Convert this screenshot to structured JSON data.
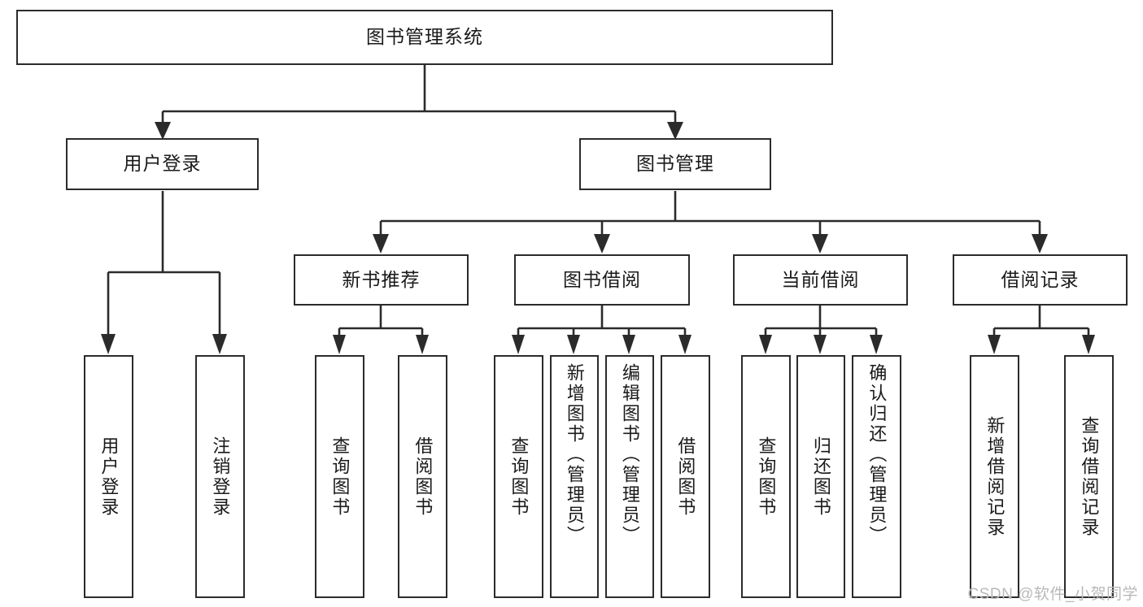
{
  "diagram": {
    "type": "tree",
    "title": "图书管理系统",
    "orientation": "top-down",
    "colors": {
      "stroke": "#2b2b2b",
      "fill": "#ffffff",
      "text": "#1a1a1a",
      "watermark": "#b9b9b9"
    },
    "nodes": {
      "root": {
        "label": "图书管理系统"
      },
      "level1": [
        {
          "id": "user-login",
          "label": "用户登录"
        },
        {
          "id": "book-manage",
          "label": "图书管理"
        }
      ],
      "level2": [
        {
          "id": "new-book-rec",
          "label": "新书推荐",
          "parent": "book-manage"
        },
        {
          "id": "book-borrow",
          "label": "图书借阅",
          "parent": "book-manage"
        },
        {
          "id": "current-borrow",
          "label": "当前借阅",
          "parent": "book-manage"
        },
        {
          "id": "borrow-record",
          "label": "借阅记录",
          "parent": "book-manage"
        }
      ],
      "leaves": [
        {
          "id": "leaf-user-login",
          "label": "用户登录",
          "parent": "user-login"
        },
        {
          "id": "leaf-logout",
          "label": "注销登录",
          "parent": "user-login"
        },
        {
          "id": "leaf-query-book-rec",
          "label": "查询图书",
          "parent": "new-book-rec"
        },
        {
          "id": "leaf-borrow-book-rec",
          "label": "借阅图书",
          "parent": "new-book-rec"
        },
        {
          "id": "leaf-query-book-borrow",
          "label": "查询图书",
          "parent": "book-borrow"
        },
        {
          "id": "leaf-add-book",
          "label": "新增图书（管理员）",
          "parent": "book-borrow"
        },
        {
          "id": "leaf-edit-book",
          "label": "编辑图书（管理员）",
          "parent": "book-borrow"
        },
        {
          "id": "leaf-borrow-book",
          "label": "借阅图书",
          "parent": "book-borrow"
        },
        {
          "id": "leaf-query-book-current",
          "label": "查询图书",
          "parent": "current-borrow"
        },
        {
          "id": "leaf-return-book",
          "label": "归还图书",
          "parent": "current-borrow"
        },
        {
          "id": "leaf-confirm-return",
          "label": "确认归还（管理员）",
          "parent": "current-borrow"
        },
        {
          "id": "leaf-add-record",
          "label": "新增借阅记录",
          "parent": "borrow-record"
        },
        {
          "id": "leaf-query-record",
          "label": "查询借阅记录",
          "parent": "borrow-record"
        }
      ]
    }
  },
  "watermark": {
    "text": "CSDN @软件_小贺同学"
  }
}
